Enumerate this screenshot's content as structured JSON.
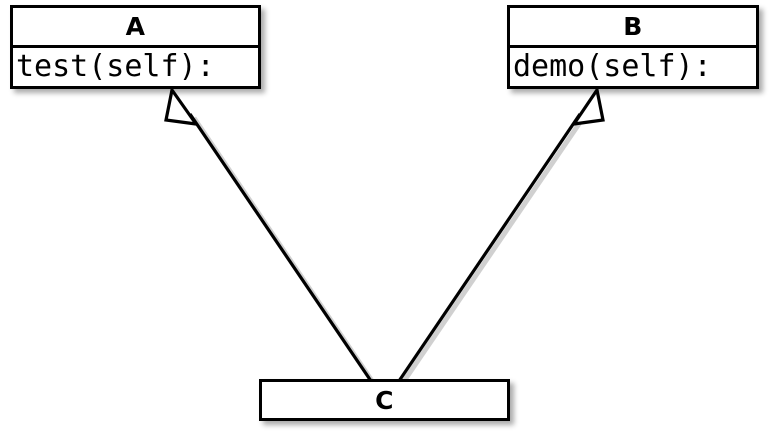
{
  "diagram": {
    "type": "uml-class-diagram",
    "notation": "generalization",
    "background_color": "#ffffff",
    "line_color": "#000000",
    "fill_color": "#ffffff",
    "classes": [
      {
        "id": "a",
        "name": "A",
        "members": [
          "test(self):"
        ],
        "members_text": "test(self):"
      },
      {
        "id": "b",
        "name": "B",
        "members": [
          "demo(self):"
        ],
        "members_text": "demo(self):"
      },
      {
        "id": "c",
        "name": "C",
        "members": [],
        "members_text": ""
      }
    ],
    "relationships": [
      {
        "id": "c-to-a",
        "kind": "generalization",
        "from": "C",
        "to": "A",
        "arrowhead": "hollow-triangle",
        "line_style": "solid"
      },
      {
        "id": "c-to-b",
        "kind": "generalization",
        "from": "C",
        "to": "B",
        "arrowhead": "hollow-triangle",
        "line_style": "solid"
      }
    ]
  }
}
